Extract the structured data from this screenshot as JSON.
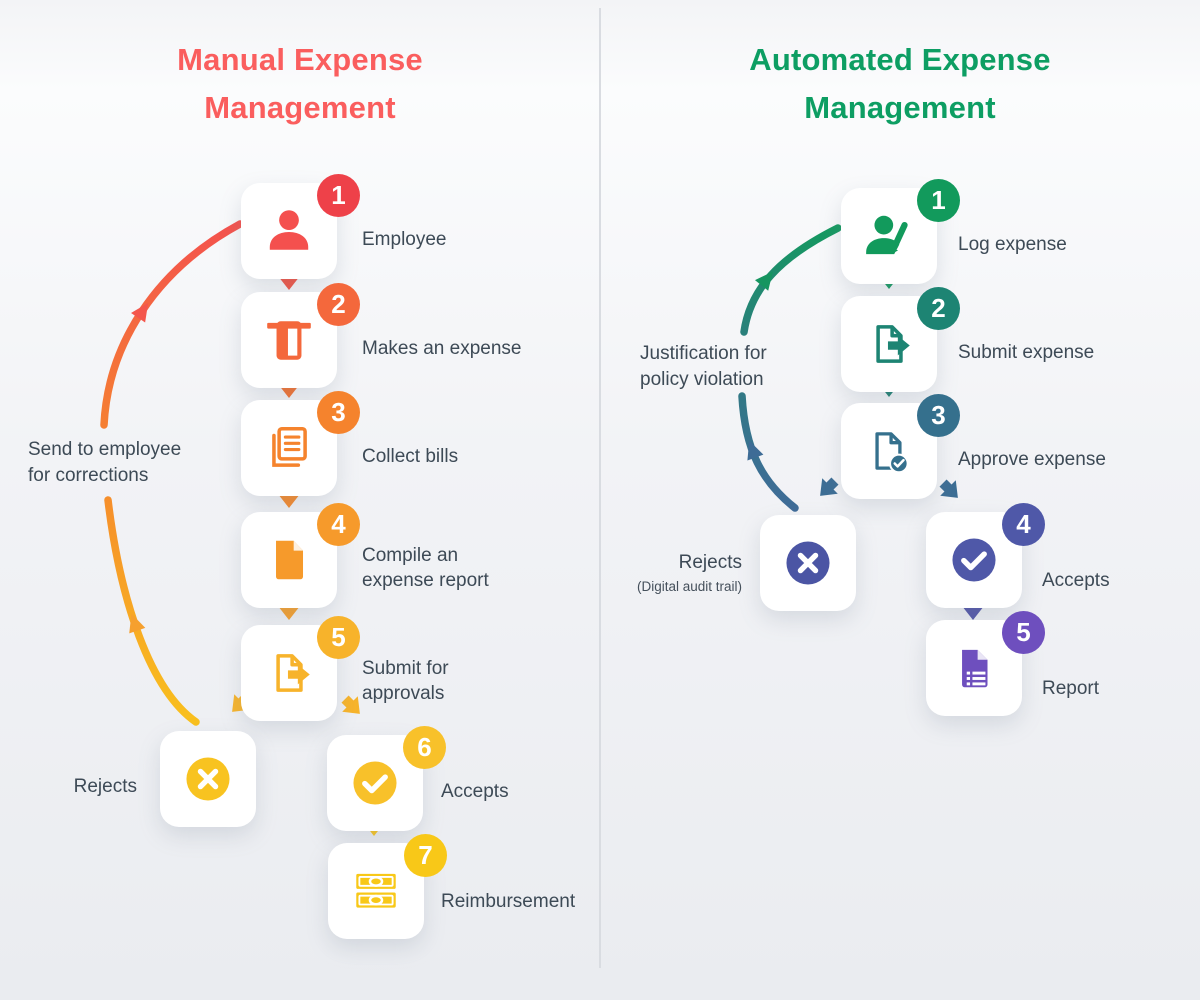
{
  "manual": {
    "title": "Manual Expense\nManagement",
    "title_color": "#fa5e5e",
    "steps": [
      {
        "num": "1",
        "label": "Employee",
        "icon": "person-icon",
        "accent": "#ee4149"
      },
      {
        "num": "2",
        "label": "Makes an expense",
        "icon": "card-swipe-icon",
        "accent": "#f4683c"
      },
      {
        "num": "3",
        "label": "Collect bills",
        "icon": "bills-icon",
        "accent": "#f5832d"
      },
      {
        "num": "4",
        "label": "Compile an\nexpense report",
        "icon": "report-file-icon",
        "accent": "#f69a2b"
      },
      {
        "num": "5",
        "label": "Submit for\napprovals",
        "icon": "submit-file-icon",
        "accent": "#f7b32b"
      },
      {
        "num": "6",
        "label": "Accepts",
        "icon": "check-circle-icon",
        "accent": "#f8c12a"
      },
      {
        "num": "7",
        "label": "Reimbursement",
        "icon": "cash-icon",
        "accent": "#f8c818"
      }
    ],
    "reject_label": "Rejects",
    "reject_icon": "x-circle-icon",
    "reject_accent": "#f8c320",
    "loop_label": "Send to employee\nfor corrections"
  },
  "automated": {
    "title": "Automated Expense\nManagement",
    "title_color": "#0d9e63",
    "steps": [
      {
        "num": "1",
        "label": "Log expense",
        "icon": "person-edit-icon",
        "accent": "#129a5c"
      },
      {
        "num": "2",
        "label": "Submit expense",
        "icon": "submit-file-icon",
        "accent": "#1d8473"
      },
      {
        "num": "3",
        "label": "Approve expense",
        "icon": "approve-file-icon",
        "accent": "#35708d"
      },
      {
        "num": "4",
        "label": "Accepts",
        "icon": "check-circle-icon",
        "accent": "#4f58a8"
      },
      {
        "num": "5",
        "label": "Report",
        "icon": "report-doc-icon",
        "accent": "#6e4fbe"
      }
    ],
    "reject_label": "Rejects",
    "reject_sublabel": "(Digital audit trail)",
    "reject_icon": "x-circle-icon",
    "reject_accent": "#4b55a4",
    "loop_label": "Justification for\npolicy violation"
  }
}
